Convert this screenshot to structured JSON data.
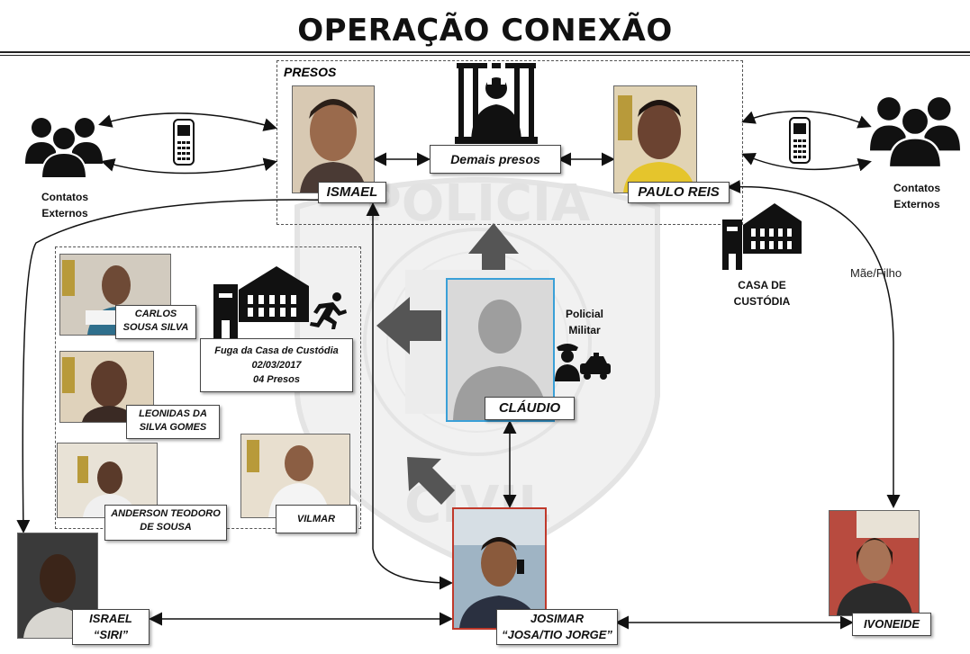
{
  "title": "OPERAÇÃO CONEXÃO",
  "presos_group": {
    "label": "PRESOS",
    "demais_presos": "Demais presos"
  },
  "people": {
    "ismael": "ISMAEL",
    "paulo_reis": "PAULO REIS",
    "claudio": "CLÁUDIO",
    "josimar": [
      "JOSIMAR",
      "“JOSA/TIO JORGE”"
    ],
    "israel": [
      "ISRAEL",
      "“SIRI”"
    ],
    "ivoneide": "IVONEIDE"
  },
  "contatos_left": [
    "Contatos",
    "Externos"
  ],
  "contatos_right": [
    "Contatos",
    "Externos"
  ],
  "casa_custodia": [
    "CASA DE",
    "CUSTÓDIA"
  ],
  "policial_militar": [
    "Policial",
    "Militar"
  ],
  "mae_filho": "Mãe/Filho",
  "fuga": {
    "lines": [
      "Fuga da Casa de Custódia",
      "02/03/2017",
      "04 Presos"
    ],
    "escapees": {
      "carlos": [
        "CARLOS",
        "SOUSA SILVA"
      ],
      "leonidas": [
        "LEONIDAS DA",
        "SILVA GOMES"
      ],
      "anderson": [
        "ANDERSON TEODORO",
        "DE SOUSA"
      ],
      "vilmar": "VILMAR"
    }
  },
  "watermark": {
    "top": "POLICIA",
    "bottom": "CIVIL"
  },
  "colors": {
    "dark": "#111111",
    "arrow_gray": "#555555",
    "watermark": "#e9e9e9",
    "josimar_border": "#c0392b",
    "claudio_border": "#3aa0d8"
  },
  "icons": [
    "group-icon",
    "phone-icon",
    "prisoner-icon",
    "building-icon",
    "running-person-icon",
    "police-officer-icon",
    "silhouette-icon"
  ]
}
